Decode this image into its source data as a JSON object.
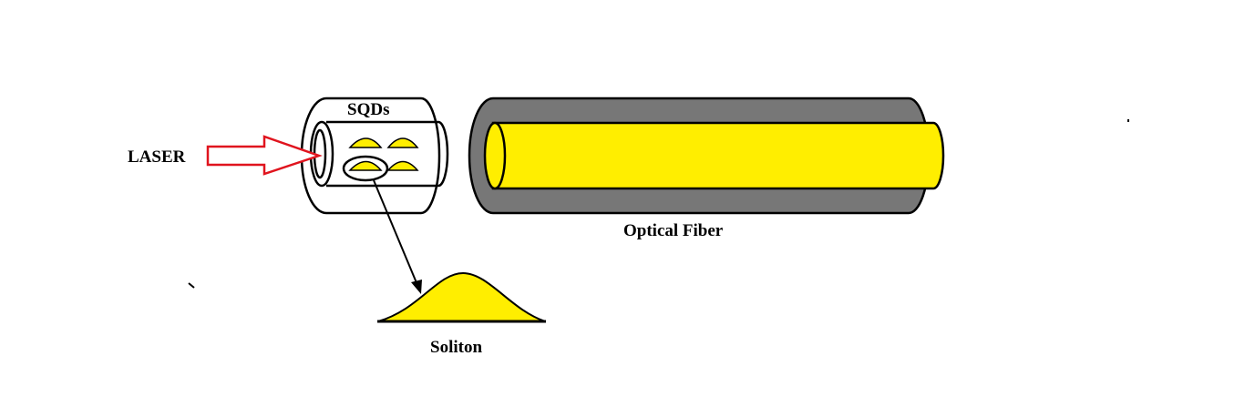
{
  "labels": {
    "laser": "LASER",
    "sqds": "SQDs",
    "optical_fiber": "Optical Fiber",
    "soliton": "Soliton"
  },
  "colors": {
    "core_yellow": "#ffee00",
    "cladding_gray": "#777777",
    "laser_arrow_red": "#e0141e",
    "stroke": "#000000"
  }
}
